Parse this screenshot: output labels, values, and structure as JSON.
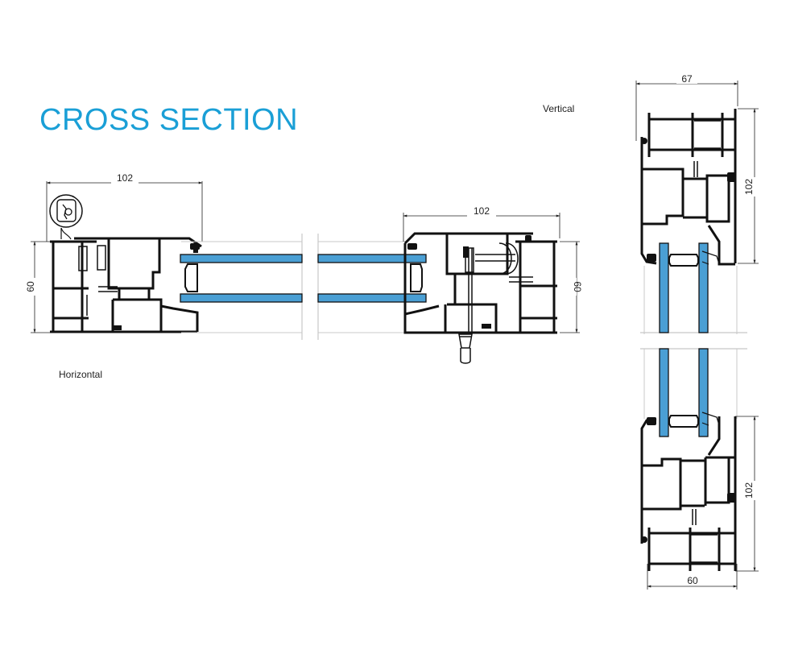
{
  "title": "CROSS SECTION",
  "labels": {
    "horizontal": "Horizontal",
    "vertical": "Vertical"
  },
  "colors": {
    "title": "#1a9fd6",
    "glass": "#4a9fd4",
    "profile": "#111111",
    "dimension": "#222222",
    "guide": "#c8c8c8"
  },
  "icons": {
    "handle_badge": "window-handle-icon"
  },
  "horizontal_section": {
    "left_frame": {
      "width_dim": "102",
      "height_dim": "60"
    },
    "right_frame": {
      "width_dim": "102",
      "height_dim": "60"
    }
  },
  "vertical_section": {
    "top_frame": {
      "width_dim": "67",
      "height_dim": "102"
    },
    "bottom_frame": {
      "width_dim": "60",
      "height_dim": "102"
    }
  }
}
